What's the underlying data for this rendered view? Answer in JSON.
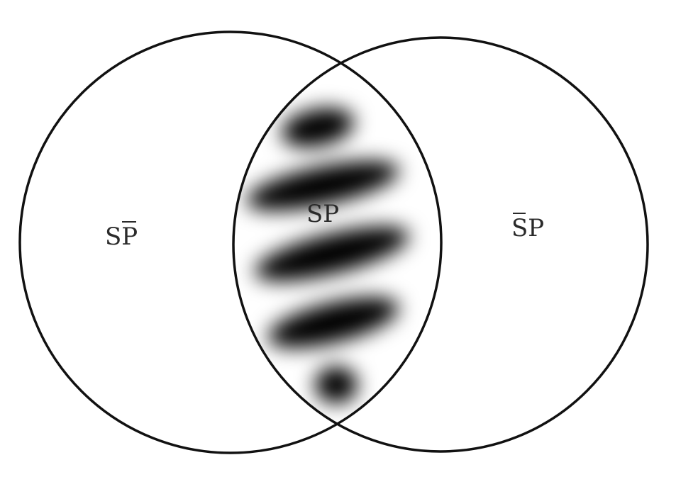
{
  "diagram": {
    "labels": {
      "left": {
        "s": "S",
        "p": "P",
        "p_negated": true,
        "s_negated": false
      },
      "center": {
        "s": "S",
        "p": "P",
        "p_negated": false,
        "s_negated": false
      },
      "right": {
        "s": "S",
        "p": "P",
        "p_negated": false,
        "s_negated": true
      }
    },
    "shaded_region": "SP",
    "colors": {
      "stroke": "#111111",
      "text": "#2a2a2a",
      "shade": "#000000",
      "background": "#ffffff"
    }
  }
}
